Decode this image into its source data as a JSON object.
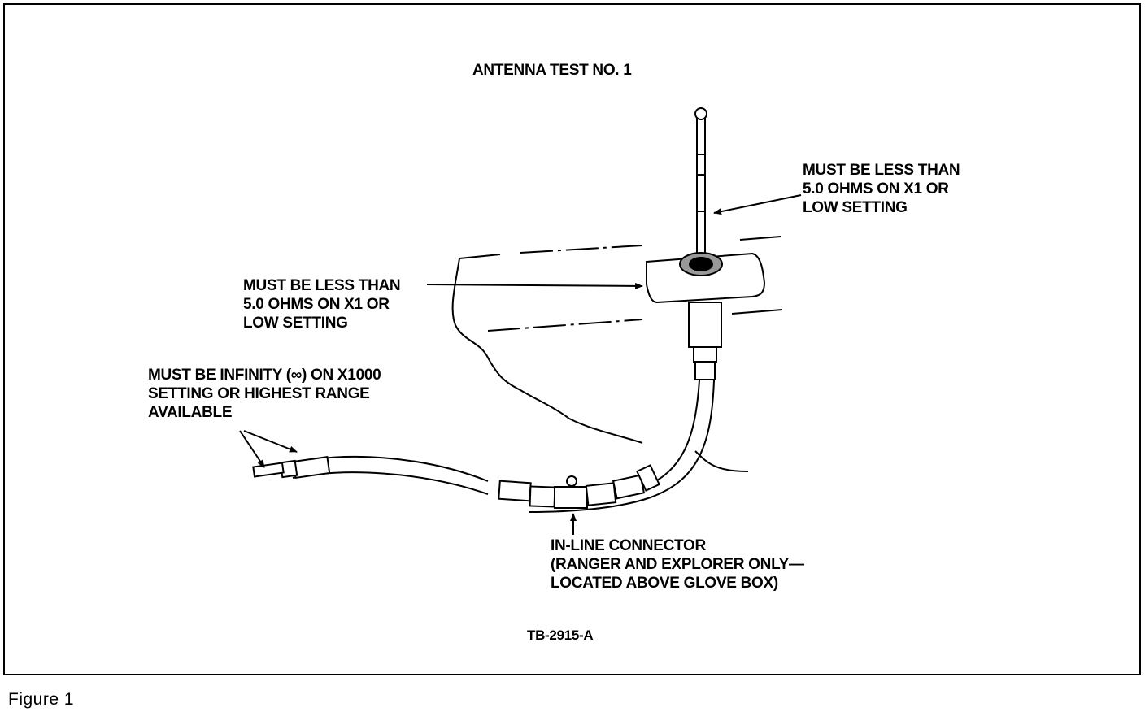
{
  "diagram": {
    "title": "ANTENNA TEST NO. 1",
    "mast_callout": [
      "MUST BE LESS THAN",
      "5.0 OHMS ON X1 OR",
      "LOW SETTING"
    ],
    "base_callout": [
      "MUST BE LESS THAN",
      "5.0 OHMS ON X1 OR",
      "LOW SETTING"
    ],
    "plug_callout": [
      "MUST BE INFINITY (∞) ON X1000",
      "SETTING OR HIGHEST RANGE",
      "AVAILABLE"
    ],
    "connector_callout": [
      "IN-LINE CONNECTOR",
      "(RANGER AND EXPLORER ONLY—",
      "LOCATED ABOVE GLOVE BOX)"
    ],
    "drawing_number": "TB-2915-A"
  },
  "caption": "Figure  1"
}
